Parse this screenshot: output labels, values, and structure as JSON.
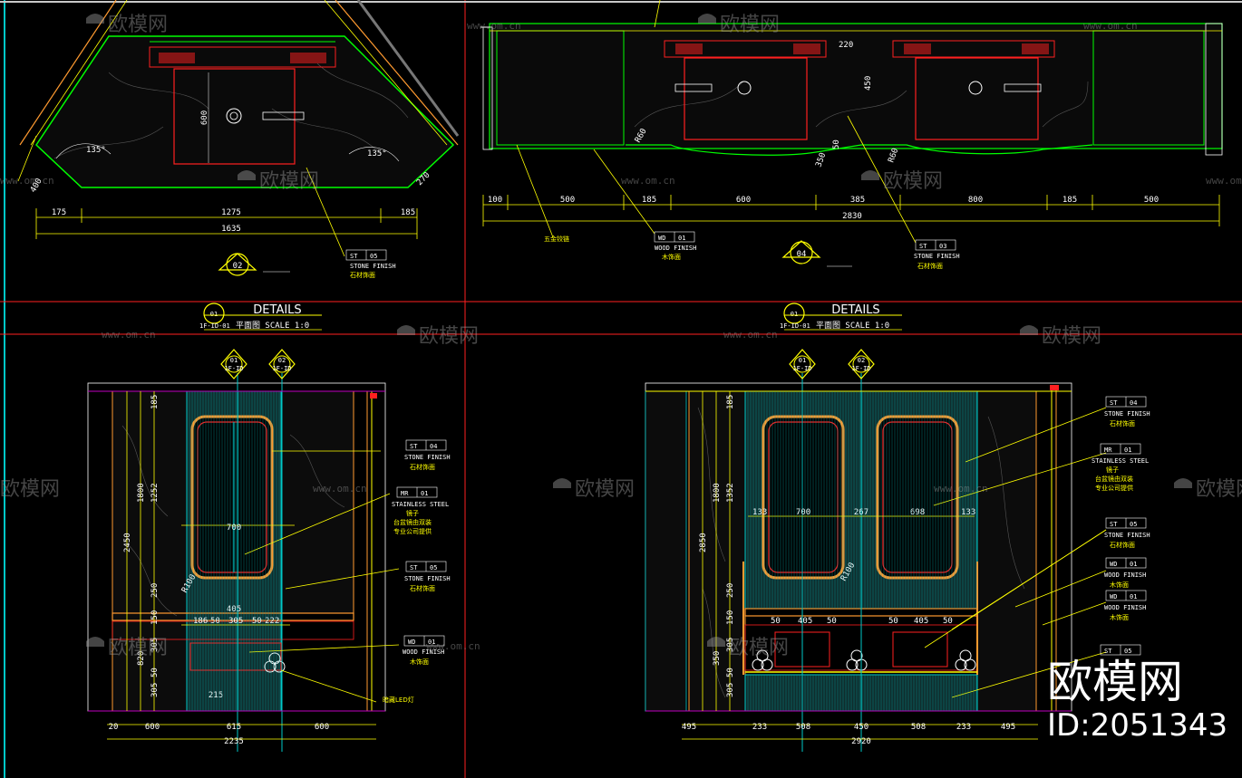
{
  "watermark": {
    "brand_cn": "欧模网",
    "site": "www.om.cn",
    "corner_brand": "欧模网",
    "corner_id": "ID:2051343"
  },
  "details": {
    "left": {
      "circle": "01",
      "code": "1F-ID-01",
      "title": "DETAILS",
      "subtitle": "平面图 SCALE 1:0"
    },
    "right": {
      "circle": "01",
      "code": "1F-ID-01",
      "title": "DETAILS",
      "subtitle": "平面图 SCALE 1:0"
    }
  },
  "section_marks": {
    "tl": "02",
    "tr": "04",
    "bl_a": {
      "num": "01",
      "code": "1F-ID"
    },
    "bl_b": {
      "num": "02",
      "code": "1F-ID"
    },
    "br_a": {
      "num": "01",
      "code": "1F-ID"
    },
    "br_b": {
      "num": "02",
      "code": "1F-ID"
    }
  },
  "plan_left": {
    "angles": [
      "135°",
      "135°"
    ],
    "dims_bottom": [
      "175",
      "1275",
      "185"
    ],
    "total": "1635",
    "inner": "600",
    "side": [
      "400",
      "270"
    ],
    "tag": {
      "code": "ST",
      "num": "05",
      "en": "STONE FINISH",
      "cn": "石材饰面"
    }
  },
  "plan_right": {
    "dims_bottom": [
      "100",
      "500",
      "185",
      "600",
      "385",
      "800",
      "185",
      "500"
    ],
    "total": "2830",
    "height": "450",
    "small": [
      "R60",
      "220",
      "350",
      "R60",
      "50"
    ],
    "callout_left": "五金铰链",
    "tag_wood": {
      "code": "WD",
      "num": "01",
      "en": "WOOD FINISH",
      "cn": "木饰面"
    },
    "tag_stone": {
      "code": "ST",
      "num": "03",
      "en": "STONE FINISH",
      "cn": "石材饰面"
    }
  },
  "elev_left": {
    "vdims": [
      "185",
      "1800",
      "1252",
      "2450",
      "250",
      "150",
      "820",
      "305",
      "50",
      "305"
    ],
    "hdims_mid": [
      "186",
      "50",
      "305",
      "50",
      "222"
    ],
    "width_mirror": "700",
    "width_mid": "405",
    "radius": "R100",
    "bottom": [
      "20",
      "600",
      "615",
      "600"
    ],
    "total": "2235",
    "small": "215",
    "tags": [
      {
        "code": "ST",
        "num": "04",
        "en": "STONE FINISH",
        "cn": "石材饰面"
      },
      {
        "code": "MR",
        "num": "01",
        "en": "STAINLESS STEEL",
        "cn": "镜子",
        "cn2": "台盆镜由双装",
        "cn3": "专业公司提供"
      },
      {
        "code": "ST",
        "num": "05",
        "en": "STONE FINISH",
        "cn": "石材饰面"
      },
      {
        "code": "WD",
        "num": "01",
        "en": "WOOD FINISH",
        "cn": "木饰面"
      }
    ],
    "led": "暗藏LED灯"
  },
  "elev_right": {
    "vdims": [
      "185",
      "1800",
      "1352",
      "2850",
      "250",
      "150",
      "350",
      "305",
      "50",
      "305"
    ],
    "hdims_mid": [
      "133",
      "700",
      "267",
      "698",
      "133"
    ],
    "mid": [
      "50",
      "405",
      "50",
      "50",
      "405",
      "50"
    ],
    "radius": "R100",
    "bottom": [
      "495",
      "233",
      "508",
      "450",
      "508",
      "233",
      "495"
    ],
    "total": "2920",
    "tags": [
      {
        "code": "ST",
        "num": "04",
        "en": "STONE FINISH",
        "cn": "石材饰面"
      },
      {
        "code": "MR",
        "num": "01",
        "en": "STAINLESS STEEL",
        "cn": "镜子",
        "cn2": "台盆镜由双装",
        "cn3": "专业公司提供"
      },
      {
        "code": "ST",
        "num": "05",
        "en": "STONE FINISH",
        "cn": "石材饰面"
      },
      {
        "code": "WD",
        "num": "01",
        "en": "WOOD FINISH",
        "cn": "木饰面"
      },
      {
        "code": "WD",
        "num": "01",
        "en": "WOOD FINISH",
        "cn": "木饰面"
      },
      {
        "code": "ST",
        "num": "05",
        "en": "",
        "cn": ""
      }
    ]
  },
  "colors": {
    "red": "#ff2020",
    "green": "#00ff00",
    "yellow": "#ffff00",
    "cyan": "#00c8c8",
    "orange": "#ff9a30",
    "white": "#ffffff",
    "magenta": "#c000c0"
  }
}
